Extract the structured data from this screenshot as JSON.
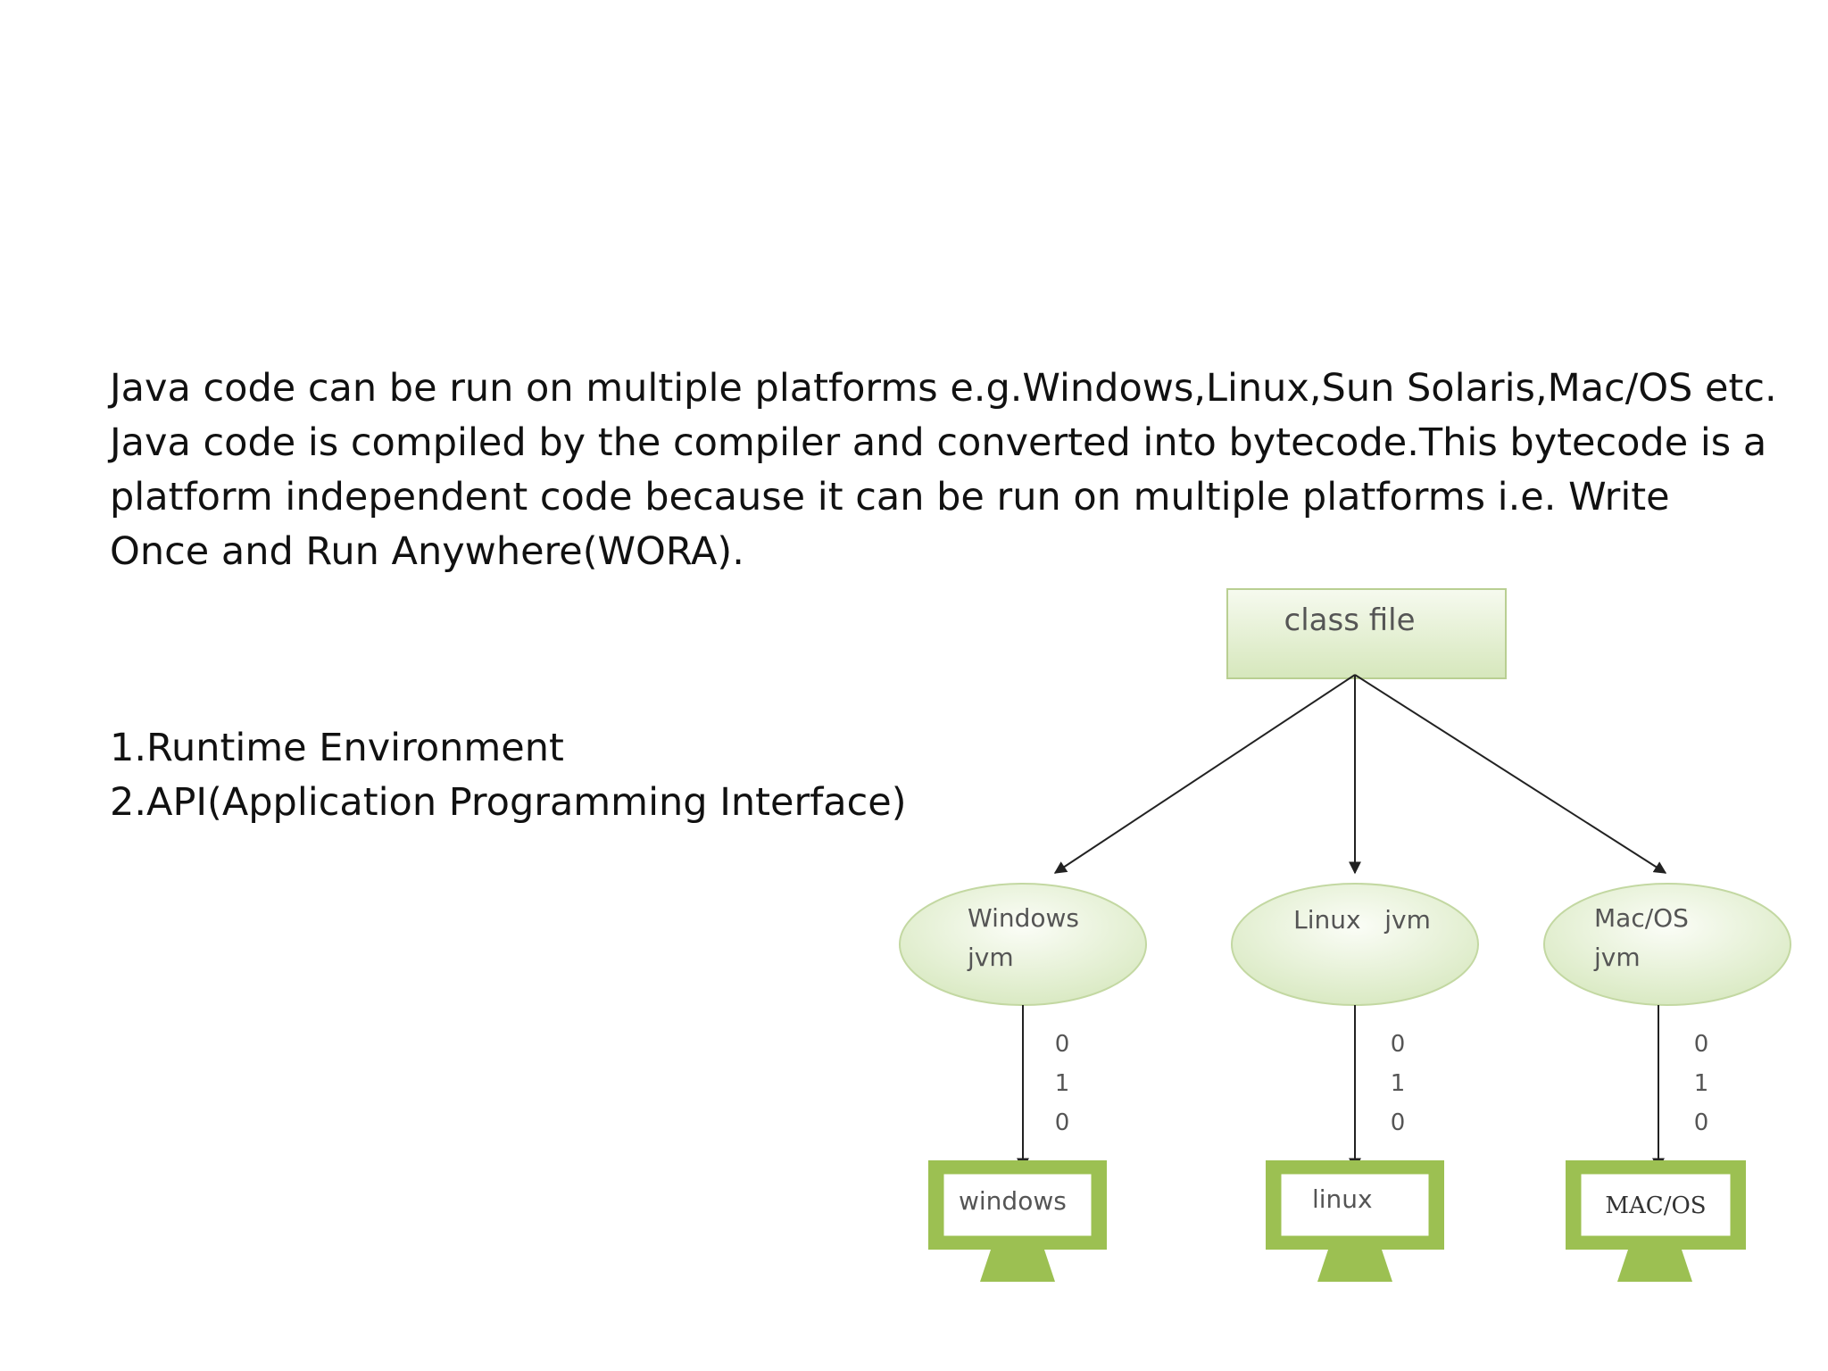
{
  "paragraph": [
    "Java code can be run on multiple platforms e.g.Windows,Linux,Sun Solaris,Mac/OS etc.",
    "Java code is compiled by the compiler and converted into bytecode.This bytecode is a",
    "platform independent code because it can be run on multiple platforms i.e. Write",
    "Once and Run Anywhere(WORA)."
  ],
  "list": [
    "1.Runtime Environment",
    "2.API(Application Programming Interface)"
  ],
  "diagram": {
    "class_file": "class file",
    "jvms": [
      {
        "line1": "Windows",
        "line2": "jvm"
      },
      {
        "line1": "Linux   jvm",
        "line2": ""
      },
      {
        "line1": "Mac/OS",
        "line2": "jvm"
      }
    ],
    "bits": [
      "0",
      "1",
      "0"
    ],
    "machines": [
      "windows",
      "linux",
      "MAC/OS"
    ],
    "colors": {
      "node_fill": "#dfeccb",
      "node_stroke": "#b9cf92",
      "monitor": "#9cc052",
      "arrow": "#222222"
    }
  }
}
